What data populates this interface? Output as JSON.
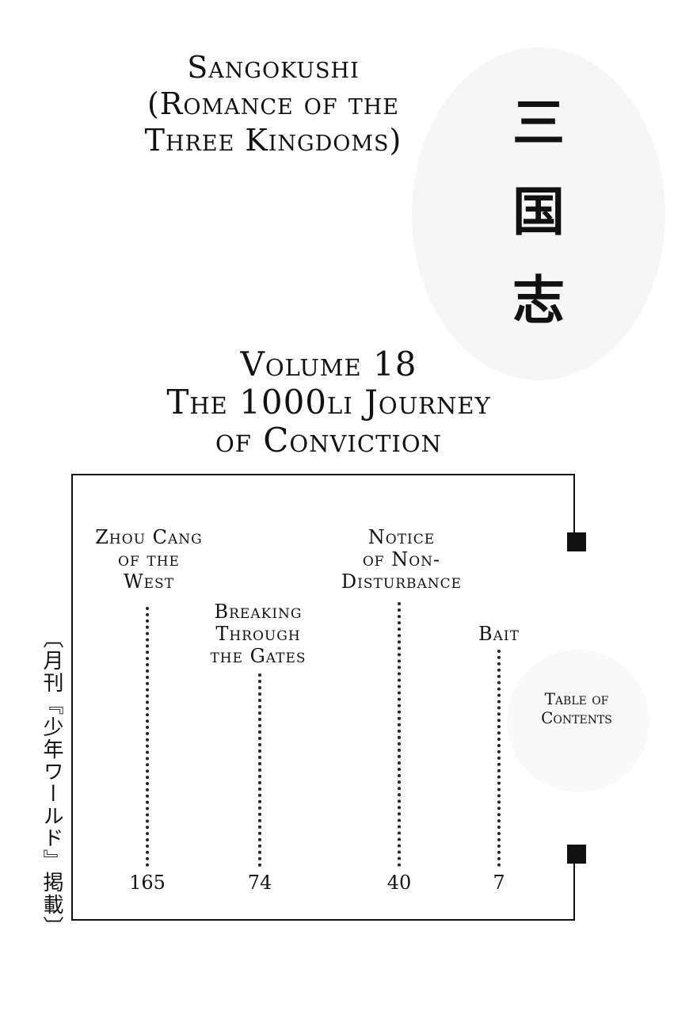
{
  "series_title": {
    "lines": [
      "Sangokushi",
      "(Romance of the",
      "Three Kingdoms)"
    ]
  },
  "kanji_title": [
    "三",
    "国",
    "志"
  ],
  "volume": {
    "number_line": "Volume 18",
    "subtitle_lines": [
      "The 1000li Journey",
      "of Conviction"
    ]
  },
  "toc": {
    "label_lines": [
      "Table of",
      "Contents"
    ],
    "entries": [
      {
        "title_lines": [
          "Zhou Cang",
          "of the",
          "West"
        ],
        "page": "165"
      },
      {
        "title_lines": [
          "Breaking",
          "Through",
          "the Gates"
        ],
        "page": "74"
      },
      {
        "title_lines": [
          "Notice",
          "of Non-",
          "Disturbance"
        ],
        "page": "40"
      },
      {
        "title_lines": [
          "Bait"
        ],
        "page": "7"
      }
    ]
  },
  "publication_note": "〔月刊『少年ワールド』掲載〕"
}
